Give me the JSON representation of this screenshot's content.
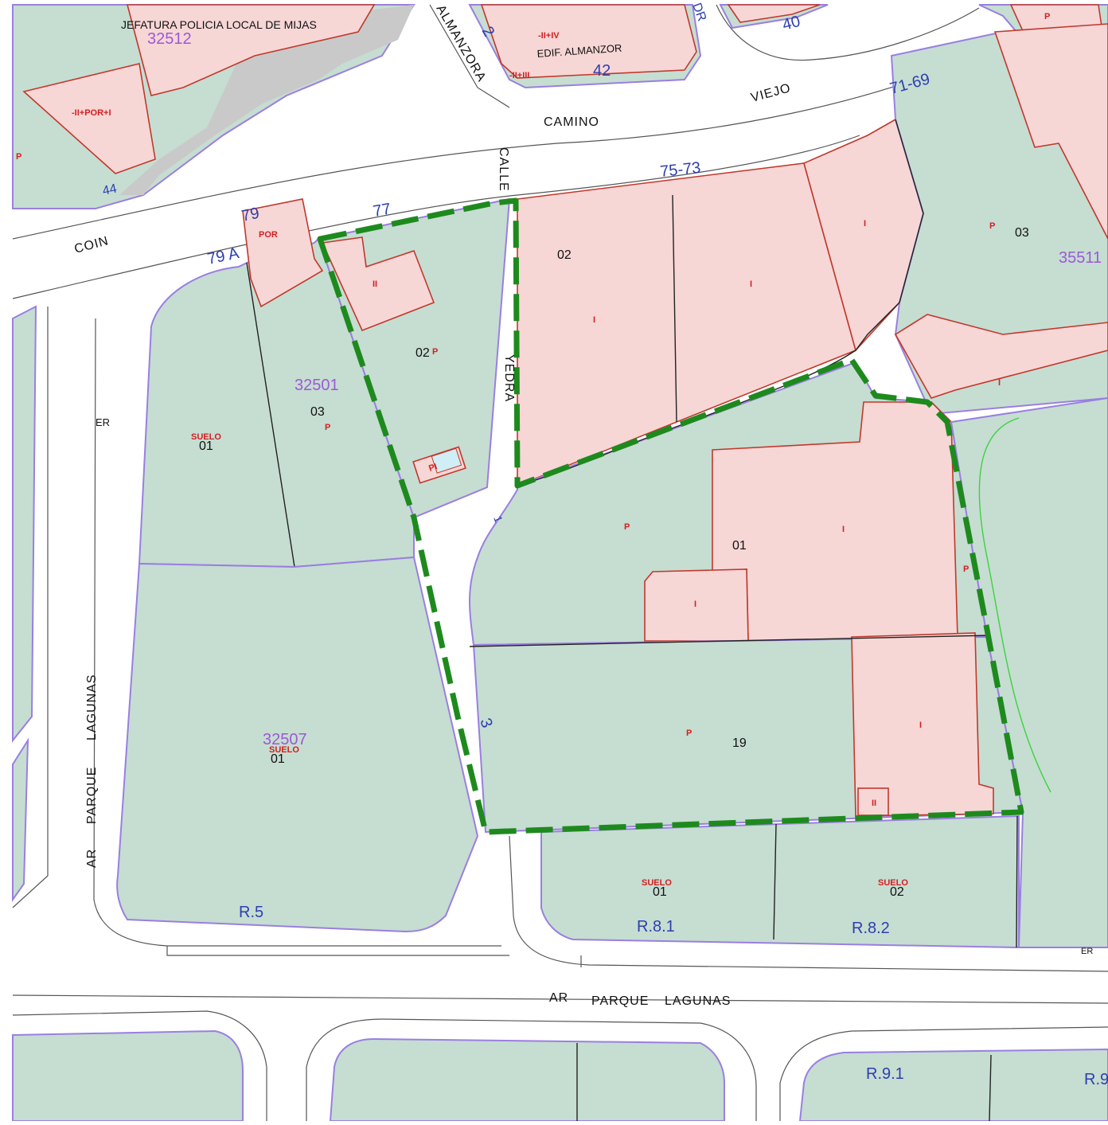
{
  "map": {
    "header_label": "JEFATURA POLICIA LOCAL DE MIJAS",
    "blocks": [
      "32512",
      "32501",
      "32507",
      "35511"
    ],
    "streets": {
      "camino": "CAMINO",
      "viejo": "VIEJO",
      "coin": "COIN",
      "calle": "CALLE",
      "yedra": "YEDRA",
      "almanzora": "ALMANZORA",
      "ar1": "AR",
      "parque1": "PARQUE",
      "lagunas1": "LAGUNAS",
      "ar2": "AR",
      "parque2": "PARQUE",
      "lagunas2": "LAGUNAS",
      "er1": "ER",
      "er2": "ER",
      "dr": "DR"
    },
    "address_numbers": [
      "79",
      "79 A",
      "77",
      "75-73",
      "71-69",
      "42",
      "44",
      "2",
      "3",
      "40",
      "1"
    ],
    "building_name": "EDIF. ALMANZOR",
    "parcel_numbers": [
      "01",
      "01",
      "01",
      "01",
      "02",
      "02",
      "02",
      "03",
      "03",
      "19"
    ],
    "zones": [
      "R.5",
      "R.8.1",
      "R.8.2",
      "R.9.1",
      "R.9"
    ],
    "suelo": "SUELO",
    "floor_labels": [
      "-II+III",
      "-II+IV",
      "-II+POR+I",
      "POR",
      "II",
      "I",
      "P",
      "PI"
    ]
  }
}
